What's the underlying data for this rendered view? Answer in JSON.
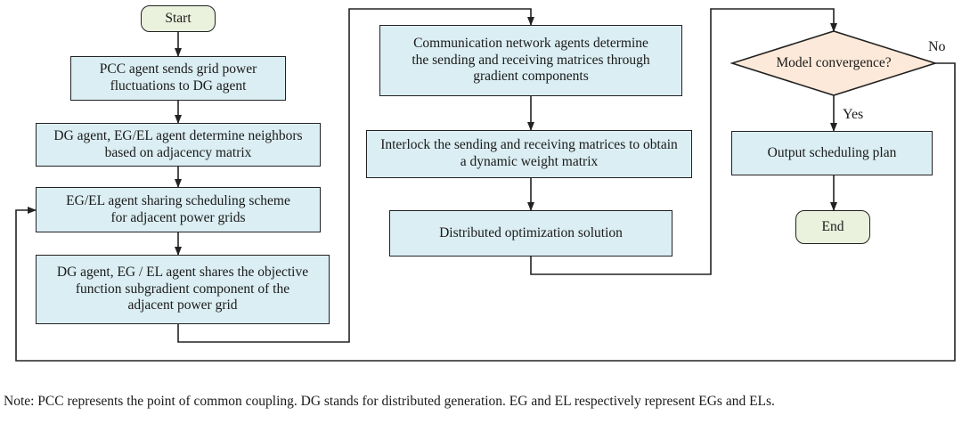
{
  "nodes": {
    "start": "Start",
    "pcc": "PCC agent sends grid power fluctuations to DG agent",
    "neighbors": "DG agent, EG/EL agent determine neighbors based on adjacency matrix",
    "share_schedule": "EG/EL agent sharing scheduling scheme for adjacent power grids",
    "share_subgradient": "DG agent, EG / EL agent shares the objective function subgradient component of the adjacent power grid",
    "comm_agents": "Communication network agents determine the sending and receiving matrices through gradient components",
    "interlock": "Interlock the sending and receiving matrices to obtain a dynamic weight matrix",
    "distributed": "Distributed optimization solution",
    "convergence": "Model convergence?",
    "output": "Output scheduling plan",
    "end": "End"
  },
  "edge_labels": {
    "yes": "Yes",
    "no": "No"
  },
  "note": "Note: PCC represents the point of common coupling. DG stands for distributed generation. EG and EL respectively represent EGs and ELs.",
  "colors": {
    "process_fill": "#dbeef3",
    "terminal_fill": "#eaf1dd",
    "decision_fill": "#fde9d9",
    "line": "#222222"
  }
}
